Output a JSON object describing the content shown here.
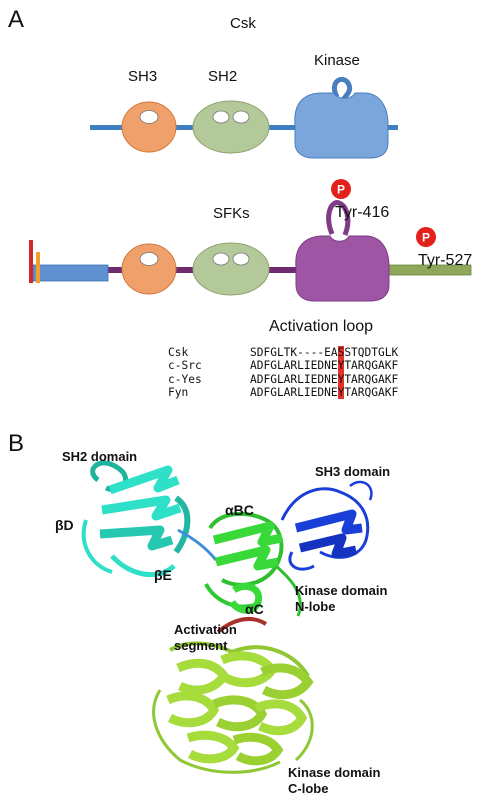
{
  "panels": {
    "a": "A",
    "b": "B"
  },
  "panel_a": {
    "csk_title": "Csk",
    "sh3_label": "SH3",
    "sh2_label": "SH2",
    "kinase_label": "Kinase",
    "sfks_title": "SFKs",
    "phospho_badge": "P",
    "tyr416": "Tyr-416",
    "tyr527": "Tyr-527",
    "activation_loop_title": "Activation loop",
    "alignment": [
      {
        "name": "Csk",
        "pre": "SDFGLTK----EA",
        "hl": "S",
        "post": "STQDTGLK"
      },
      {
        "name": "c-Src",
        "pre": "ADFGLARLIEDNE",
        "hl": "Y",
        "post": "TARQGAKF"
      },
      {
        "name": "c-Yes",
        "pre": "ADFGLARLIEDNE",
        "hl": "Y",
        "post": "TARQGAKF"
      },
      {
        "name": "Fyn",
        "pre": "ADFGLARLIEDNE",
        "hl": "Y",
        "post": "TARQGAKF"
      }
    ],
    "colors": {
      "sh3": "#f0a06a",
      "sh2": "#b4c99a",
      "csk_kinase": "#7aa6dc",
      "sfk_kinase": "#9d55a4",
      "linker": "#6d2a6e",
      "highlight": "#e5312a"
    }
  },
  "panel_b": {
    "sh2_domain": "SH2 domain",
    "sh3_domain": "SH3 domain",
    "beta_d": "βD",
    "beta_e": "βE",
    "alpha_bc": "αBC",
    "alpha_c": "αC",
    "kinase_n_line1": "Kinase domain",
    "kinase_n_line2": "N-lobe",
    "activation_line1": "Activation",
    "activation_line2": "segment",
    "kinase_c_line1": "Kinase domain",
    "kinase_c_line2": "C-lobe",
    "colors": {
      "sh2": "#2fe0c8",
      "sh3": "#1a3ed8",
      "n_lobe": "#3ad93a",
      "c_lobe": "#a6dc3c",
      "activation": "#a8322a"
    }
  }
}
